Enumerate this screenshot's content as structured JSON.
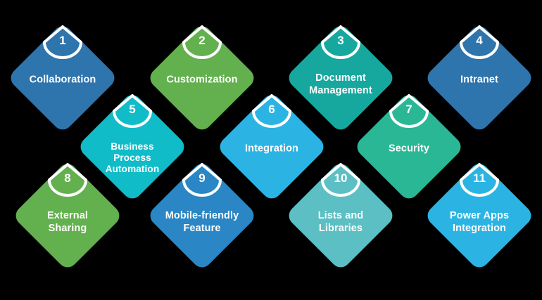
{
  "diagram": {
    "background_color": "#000000",
    "badge_stroke_color": "#ffffff",
    "label_color": "#ffffff",
    "nodes": [
      {
        "number": "1",
        "label": "Collaboration",
        "color": "#2e74ad",
        "row": 1,
        "column": 1,
        "lines": 1
      },
      {
        "number": "2",
        "label": "Customization",
        "color": "#63b04e",
        "row": 1,
        "column": 2,
        "lines": 1
      },
      {
        "number": "3",
        "label": "Document\nManagement",
        "color": "#16a89e",
        "row": 1,
        "column": 3,
        "lines": 2
      },
      {
        "number": "4",
        "label": "Intranet",
        "color": "#2e74ad",
        "row": 1,
        "column": 4,
        "lines": 1
      },
      {
        "number": "5",
        "label": "Business\nProcess\nAutomation",
        "color": "#0fbcc8",
        "row": 2,
        "column": 1,
        "lines": 3
      },
      {
        "number": "6",
        "label": "Integration",
        "color": "#2bb4e3",
        "row": 2,
        "column": 2,
        "lines": 1
      },
      {
        "number": "7",
        "label": "Security",
        "color": "#2ab795",
        "row": 2,
        "column": 3,
        "lines": 1
      },
      {
        "number": "8",
        "label": "External\nSharing",
        "color": "#63b04e",
        "row": 3,
        "column": 1,
        "lines": 2
      },
      {
        "number": "9",
        "label": "Mobile-friendly\nFeature",
        "color": "#2a86c4",
        "row": 3,
        "column": 2,
        "lines": 2
      },
      {
        "number": "10",
        "label": "Lists and\nLibraries",
        "color": "#5bbfc4",
        "row": 3,
        "column": 3,
        "lines": 2
      },
      {
        "number": "11",
        "label": "Power Apps\nIntegration",
        "color": "#2bb4e3",
        "row": 3,
        "column": 4,
        "lines": 2
      }
    ]
  }
}
